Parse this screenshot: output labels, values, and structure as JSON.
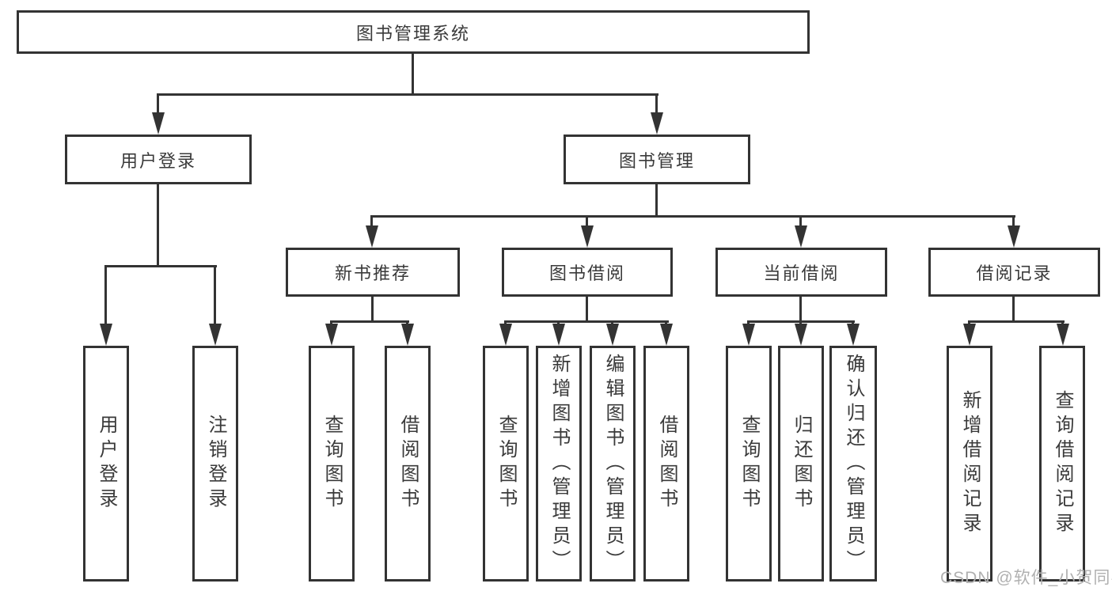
{
  "colors": {
    "line": "#333333",
    "text": "#3a3a3a",
    "background": "#ffffff",
    "watermark": "#b0b0b0"
  },
  "watermark": "CSDN @软件_小贺同学",
  "chart_data": {
    "type": "tree-diagram",
    "title": "图书管理系统",
    "hierarchy": {
      "图书管理系统": {
        "用户登录": [
          "用户登录",
          "注销登录"
        ],
        "图书管理": {
          "新书推荐": [
            "查询图书",
            "借阅图书"
          ],
          "图书借阅": [
            "查询图书",
            "新增图书（管理员）",
            "编辑图书（管理员）",
            "借阅图书"
          ],
          "当前借阅": [
            "查询图书",
            "归还图书",
            "确认归还（管理员）"
          ],
          "借阅记录": [
            "新增借阅记录",
            "查询借阅记录"
          ]
        }
      }
    }
  },
  "nodes": {
    "root": {
      "label": "图书管理系统"
    },
    "user": {
      "label": "用户登录",
      "children": [
        {
          "label": "用户登录"
        },
        {
          "label": "注销登录"
        }
      ]
    },
    "book": {
      "label": "图书管理",
      "children": [
        {
          "label": "新书推荐",
          "children": [
            {
              "label": "查询图书"
            },
            {
              "label": "借阅图书"
            }
          ]
        },
        {
          "label": "图书借阅",
          "children": [
            {
              "label": "查询图书"
            },
            {
              "label": "新增图书（管理员）"
            },
            {
              "label": "编辑图书（管理员）"
            },
            {
              "label": "借阅图书"
            }
          ]
        },
        {
          "label": "当前借阅",
          "children": [
            {
              "label": "查询图书"
            },
            {
              "label": "归还图书"
            },
            {
              "label": "确认归还（管理员）"
            }
          ]
        },
        {
          "label": "借阅记录",
          "children": [
            {
              "label": "新增借阅记录"
            },
            {
              "label": "查询借阅记录"
            }
          ]
        }
      ]
    }
  }
}
